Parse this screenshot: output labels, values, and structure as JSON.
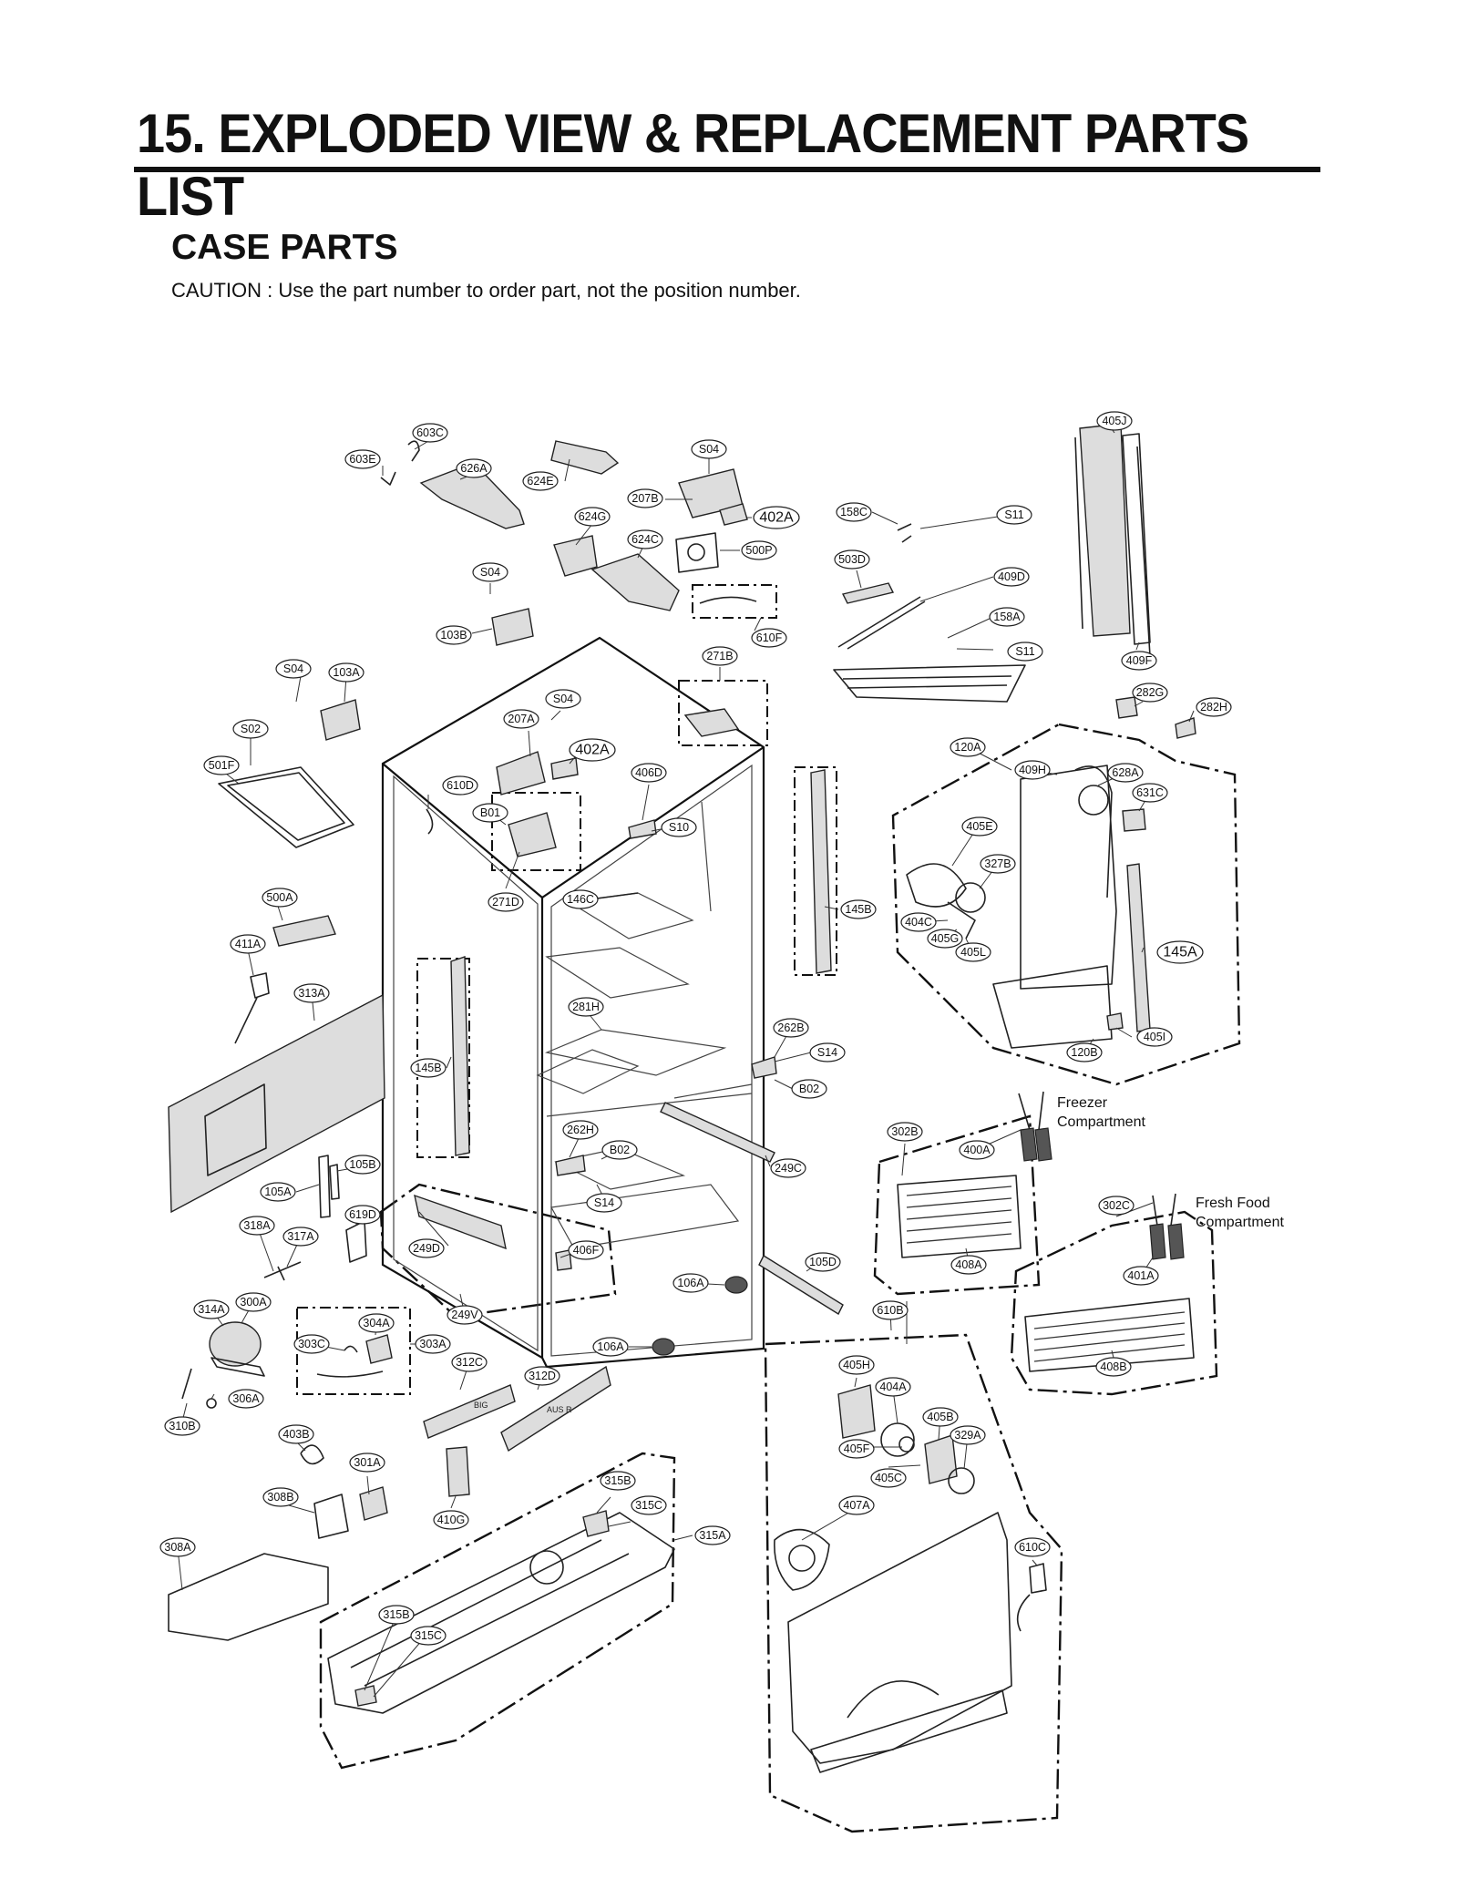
{
  "page": {
    "title": "15. EXPLODED VIEW & REPLACEMENT PARTS LIST",
    "section": "CASE PARTS",
    "caution": "CAUTION : Use the part number to order part, not the position number."
  },
  "labels": {
    "l603C": "603C",
    "l603E": "603E",
    "l626A": "626A",
    "l624E": "624E",
    "lS04a": "S04",
    "l207Ba": "207B",
    "l402Aa": "402A",
    "l624G": "624G",
    "l624C": "624C",
    "l500P": "500P",
    "l158Ca": "158C",
    "lS11a": "S11",
    "l405J": "405J",
    "lS04b": "S04",
    "l103B": "103B",
    "l610F": "610F",
    "l503D": "503D",
    "l409D": "409D",
    "l158Ab": "158A",
    "lS11b": "S11",
    "l409F": "409F",
    "l271B": "271B",
    "lS04c": "S04",
    "l103A": "103A",
    "lS04d": "S04",
    "l207A": "207A",
    "l402Ab": "402A",
    "l282G": "282G",
    "l282H": "282H",
    "lS02": "S02",
    "l501F": "501F",
    "l610D": "610D",
    "lB01": "B01",
    "l406D": "406D",
    "lS10": "S10",
    "l120A": "120A",
    "l409H": "409H",
    "l628A": "628A",
    "l631C": "631C",
    "l405E": "405E",
    "l327B": "327B",
    "l500A": "500A",
    "l271D": "271D",
    "l146C": "146C",
    "l145Ba": "145B",
    "l404C": "404C",
    "l405G": "405G",
    "l405L": "405L",
    "l145A": "145A",
    "l411A": "411A",
    "l313A": "313A",
    "l281H": "281H",
    "l262B": "262B",
    "lS14a": "S14",
    "lB02a": "B02",
    "l145Bb": "145B",
    "l120B": "120B",
    "l405I": "405I",
    "l262H": "262H",
    "lB02b": "B02",
    "l249C": "249C",
    "lS14b": "S14",
    "l302B": "302B",
    "l400A": "400A",
    "l105B": "105B",
    "l105A": "105A",
    "l619D": "619D",
    "l318A": "318A",
    "l317A": "317A",
    "l249D": "249D",
    "l406F": "406F",
    "l302C": "302C",
    "l408A": "408A",
    "l105D": "105D",
    "l106Aa": "106A",
    "l401A": "401A",
    "l314A": "314A",
    "l300A": "300A",
    "l249V": "249V",
    "l304A": "304A",
    "l303C": "303C",
    "l303A": "303A",
    "l106Ab": "106A",
    "l610B": "610B",
    "l312C": "312C",
    "l312D": "312D",
    "l405H": "405H",
    "l404A": "404A",
    "l408B": "408B",
    "l306A": "306A",
    "l310B": "310B",
    "l403B": "403B",
    "l405B": "405B",
    "l329A": "329A",
    "l405F": "405F",
    "l301A": "301A",
    "l315Ba": "315B",
    "l405C": "405C",
    "l308B": "308B",
    "l315Ca": "315C",
    "l407A": "407A",
    "l410G": "410G",
    "l315A": "315A",
    "l308A": "308A",
    "l610C": "610C",
    "l315Bb": "315B",
    "l315Cb": "315C"
  },
  "notes": {
    "freezer_line1": "Freezer",
    "freezer_line2": "Compartment",
    "fresh_line1": "Fresh Food",
    "fresh_line2": "Compartment"
  },
  "imprints": {
    "bin_a": "BIG",
    "bin_b": "AUS R"
  }
}
